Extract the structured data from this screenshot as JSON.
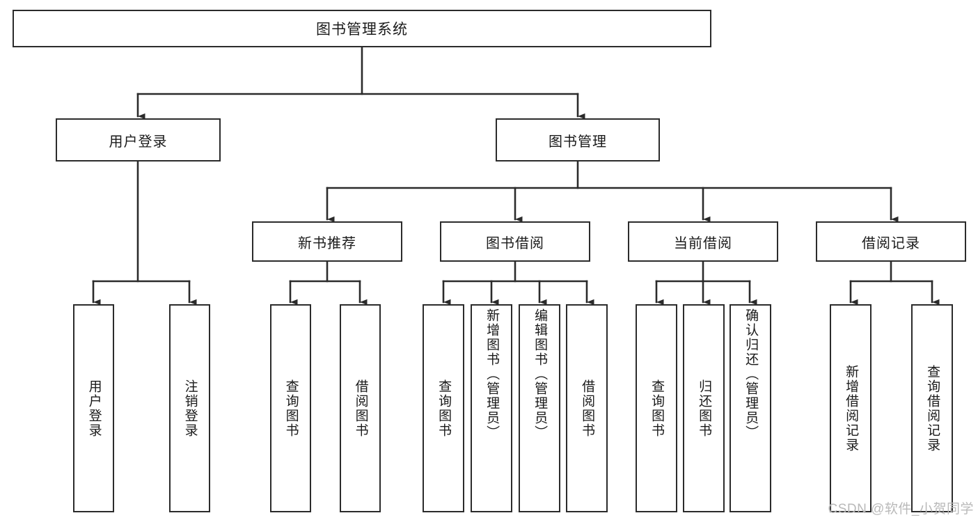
{
  "diagram": {
    "title": "图书管理系统",
    "type": "tree-hierarchy",
    "orientation": "top-down",
    "colors": {
      "box_border": "#2b2b2b",
      "box_fill": "#ffffff",
      "edge": "#2b2b2b",
      "background": "#ffffff",
      "watermark": "#b9b9b9"
    },
    "watermark": "CSDN @软件_小贺同学"
  },
  "nodes": {
    "root": {
      "label": "图书管理系统"
    },
    "level2": [
      {
        "id": "user-login",
        "label": "用户登录"
      },
      {
        "id": "book-management",
        "label": "图书管理"
      }
    ],
    "level3": [
      {
        "id": "new-book-recommend",
        "label": "新书推荐"
      },
      {
        "id": "book-borrow",
        "label": "图书借阅"
      },
      {
        "id": "current-borrow",
        "label": "当前借阅"
      },
      {
        "id": "borrow-record",
        "label": "借阅记录"
      }
    ],
    "leaves": [
      {
        "id": "leaf-user-login",
        "label": "用户登录",
        "parent": "user-login"
      },
      {
        "id": "leaf-logout-login",
        "label": "注销登录",
        "parent": "user-login"
      },
      {
        "id": "leaf-query-book-1",
        "label": "查询图书",
        "parent": "new-book-recommend"
      },
      {
        "id": "leaf-borrow-book-1",
        "label": "借阅图书",
        "parent": "new-book-recommend"
      },
      {
        "id": "leaf-query-book-2",
        "label": "查询图书",
        "parent": "book-borrow"
      },
      {
        "id": "leaf-add-book",
        "label": "新增图书（管理员）",
        "parent": "book-borrow"
      },
      {
        "id": "leaf-edit-book",
        "label": "编辑图书（管理员）",
        "parent": "book-borrow"
      },
      {
        "id": "leaf-borrow-book-2",
        "label": "借阅图书",
        "parent": "book-borrow"
      },
      {
        "id": "leaf-query-book-3",
        "label": "查询图书",
        "parent": "current-borrow"
      },
      {
        "id": "leaf-return-book",
        "label": "归还图书",
        "parent": "current-borrow"
      },
      {
        "id": "leaf-confirm-return",
        "label": "确认归还（管理员）",
        "parent": "current-borrow"
      },
      {
        "id": "leaf-add-borrow-record",
        "label": "新增借阅记录",
        "parent": "borrow-record"
      },
      {
        "id": "leaf-query-borrow-record",
        "label": "查询借阅记录",
        "parent": "borrow-record"
      }
    ]
  }
}
